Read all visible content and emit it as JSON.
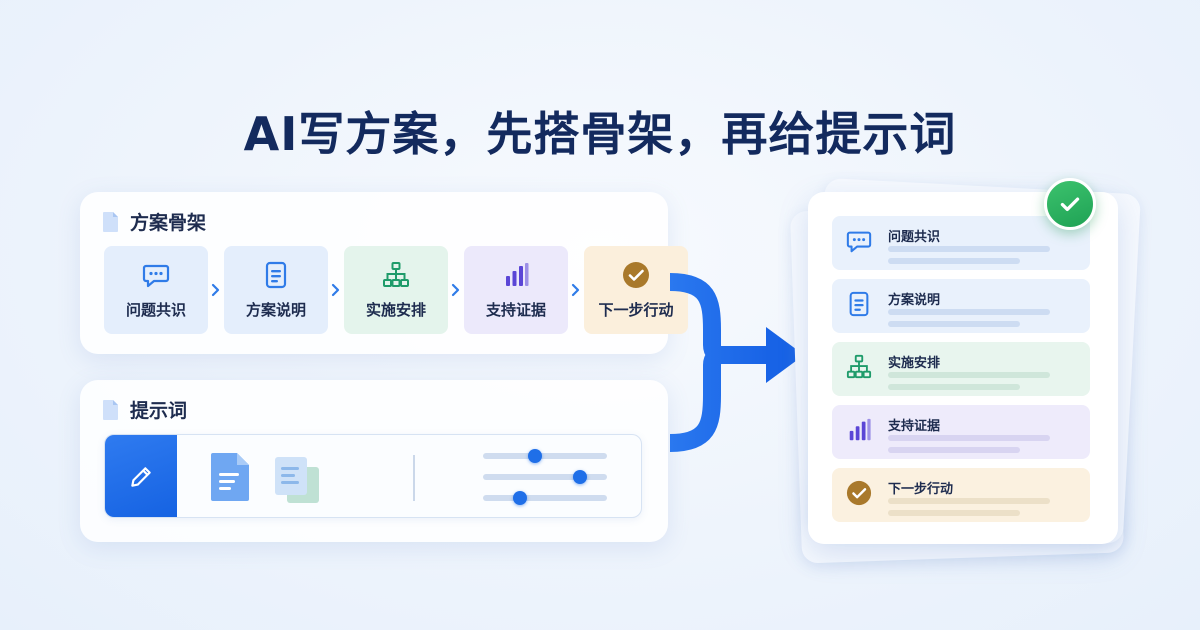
{
  "title": "AI写方案，先搭骨架，再给提示词",
  "skeleton_panel": {
    "heading": "方案骨架",
    "heading_icon": "document-icon",
    "steps": [
      {
        "label": "问题共识",
        "icon": "chat-bubble-icon",
        "bg": "#e4eefc",
        "color": "#2f7be8"
      },
      {
        "label": "方案说明",
        "icon": "document-lines-icon",
        "bg": "#e4eefc",
        "color": "#2f7be8"
      },
      {
        "label": "实施安排",
        "icon": "org-chart-icon",
        "bg": "#e4f4ec",
        "color": "#1e9b6a"
      },
      {
        "label": "支持证据",
        "icon": "bar-chart-icon",
        "bg": "#ece9fb",
        "color": "#5b46d6"
      },
      {
        "label": "下一步行动",
        "icon": "check-circle-icon",
        "bg": "#fbefdc",
        "color": "#a9792b"
      }
    ]
  },
  "prompt_panel": {
    "heading": "提示词",
    "heading_icon": "document-icon",
    "tools": [
      "pencil-icon",
      "document-icon",
      "documents-stack-icon",
      "slider-controls-icon"
    ],
    "sliders": [
      0.42,
      0.78,
      0.3
    ]
  },
  "result_card": {
    "badge_icon": "check-icon",
    "badge_color": "#22a95b",
    "items": [
      {
        "label": "问题共识",
        "icon": "chat-bubble-icon",
        "bg": "#e9f1fc",
        "line": "#cddcf2",
        "color": "#2f7be8"
      },
      {
        "label": "方案说明",
        "icon": "document-lines-icon",
        "bg": "#e9f1fc",
        "line": "#cddcf2",
        "color": "#2f7be8"
      },
      {
        "label": "实施安排",
        "icon": "org-chart-icon",
        "bg": "#e8f5ee",
        "line": "#cfe6da",
        "color": "#1e9b6a"
      },
      {
        "label": "支持证据",
        "icon": "bar-chart-icon",
        "bg": "#eeebfb",
        "line": "#d8d4f1",
        "color": "#5b46d6"
      },
      {
        "label": "下一步行动",
        "icon": "check-circle-icon",
        "bg": "#fbf1e0",
        "line": "#ece0c8",
        "color": "#a9792b"
      }
    ]
  },
  "colors": {
    "accent": "#1f6fe8",
    "title": "#132a5e"
  }
}
